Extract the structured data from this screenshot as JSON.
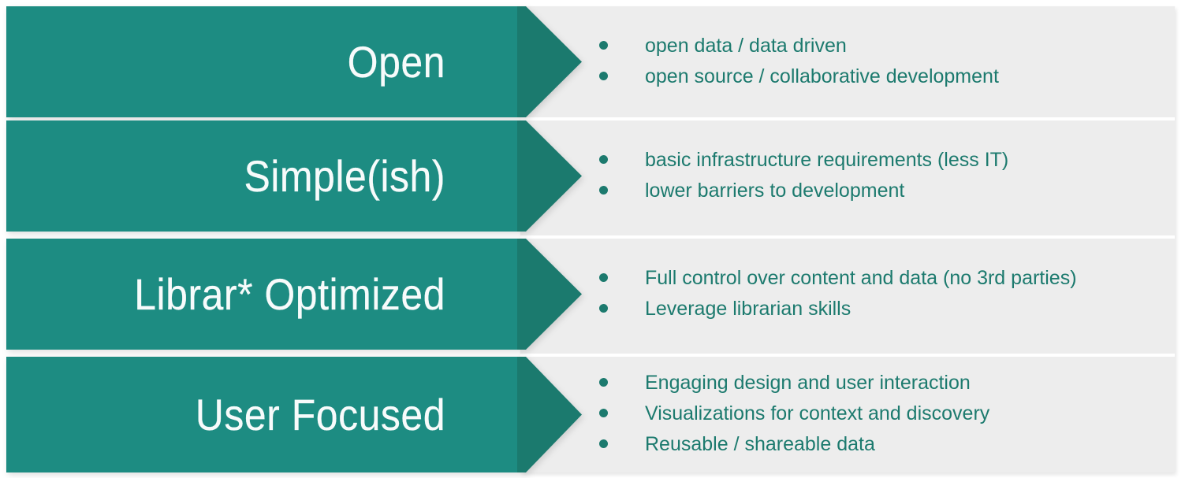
{
  "colors": {
    "teal_body": "#1d8c82",
    "teal_head": "#1b7a6e",
    "panel_bg": "#ededed",
    "label_text": "#ffffff",
    "bullet_text": "#1c7a6e",
    "page_bg": "#ffffff"
  },
  "rows": [
    {
      "label": "Open",
      "bullets": [
        "open data / data driven",
        "open source / collaborative development"
      ]
    },
    {
      "label": "Simple(ish)",
      "bullets": [
        "basic infrastructure requirements (less IT)",
        "lower barriers to development"
      ]
    },
    {
      "label": "Librar* Optimized",
      "bullets": [
        "Full control over content and data (no 3rd parties)",
        "Leverage librarian skills"
      ]
    },
    {
      "label": "User Focused",
      "bullets": [
        "Engaging design and user interaction",
        "Visualizations for context and discovery",
        "Reusable / shareable data"
      ]
    }
  ]
}
